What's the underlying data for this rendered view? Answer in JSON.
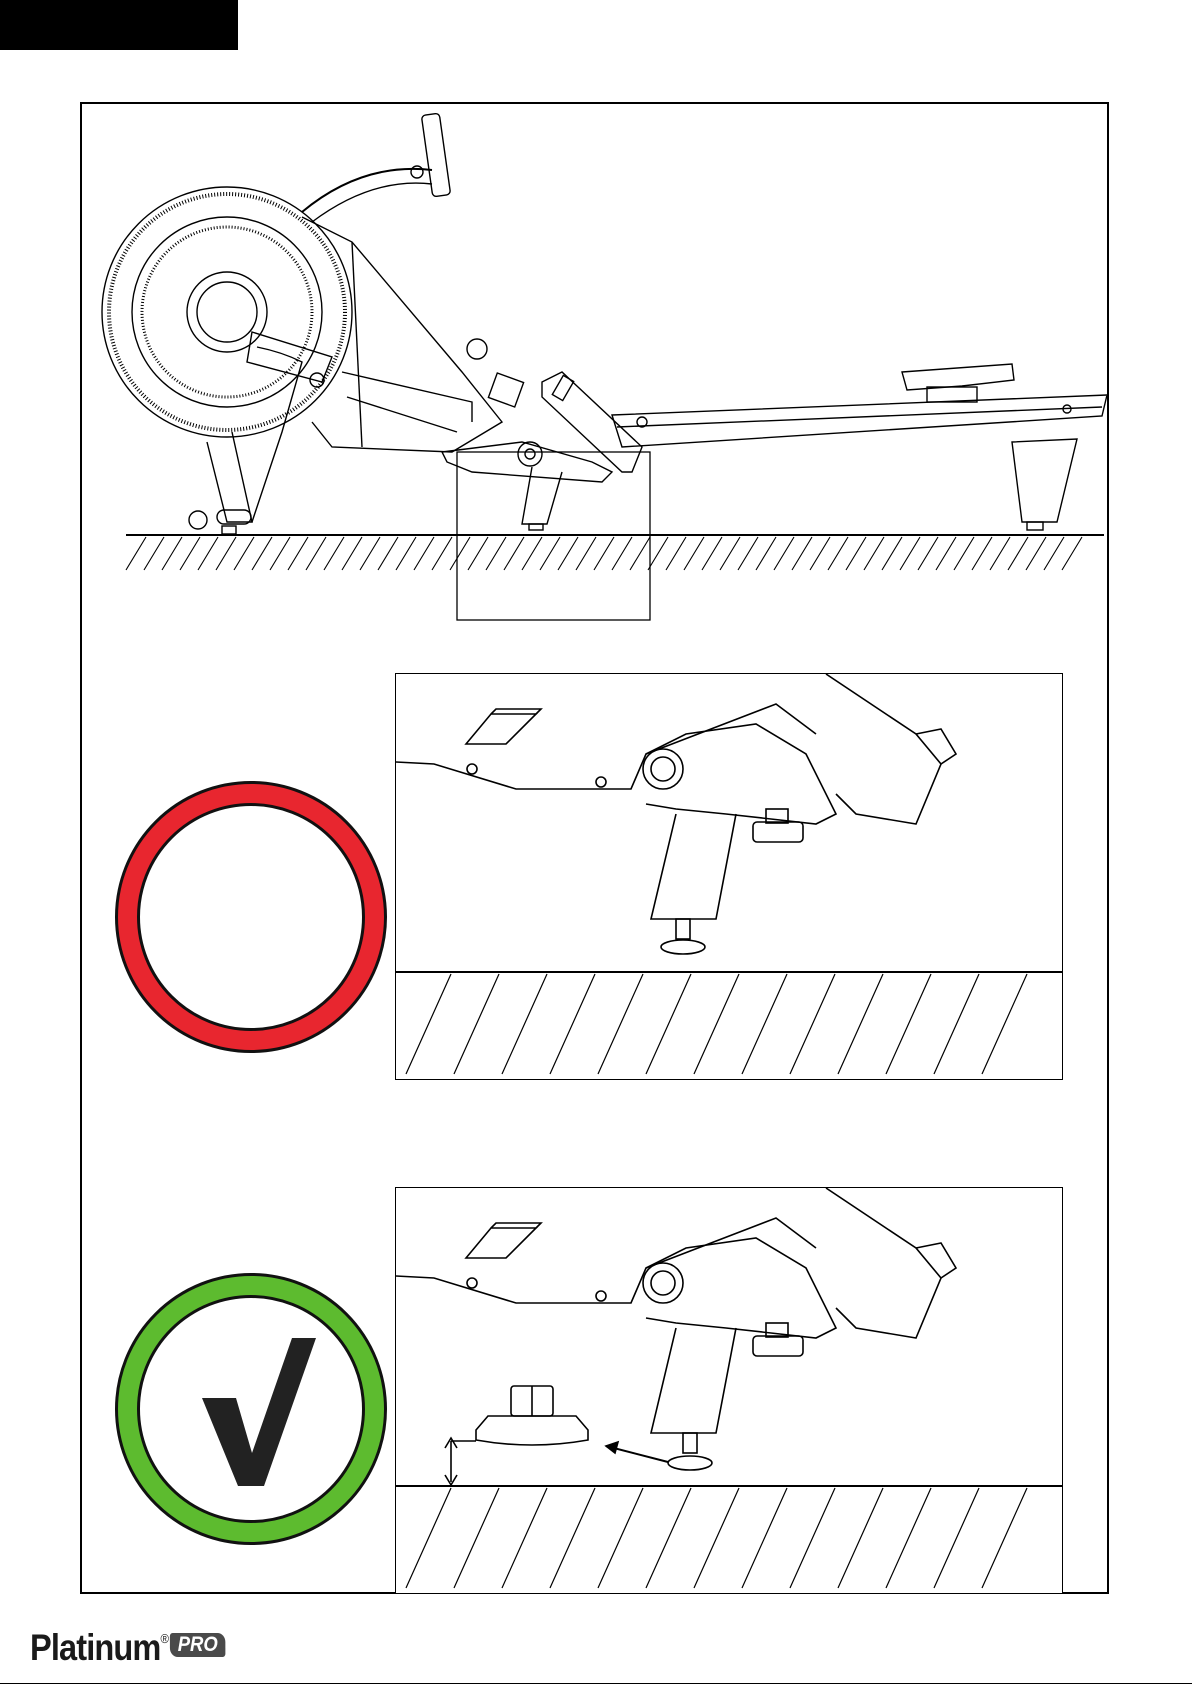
{
  "page": {
    "background": "#ffffff"
  },
  "indicators": {
    "wrong": {
      "ring_color": "#e8262f",
      "meaning": "incorrect"
    },
    "correct": {
      "ring_color": "#5dbb2f",
      "symbol": "√",
      "symbol_color": "#222222"
    }
  },
  "logo": {
    "brand": "Platinum",
    "registered": "®",
    "suffix": "PRO"
  },
  "icons": [
    "rowing-machine-drawing",
    "leveling-foot-detail",
    "cross-indicator",
    "check-indicator"
  ]
}
